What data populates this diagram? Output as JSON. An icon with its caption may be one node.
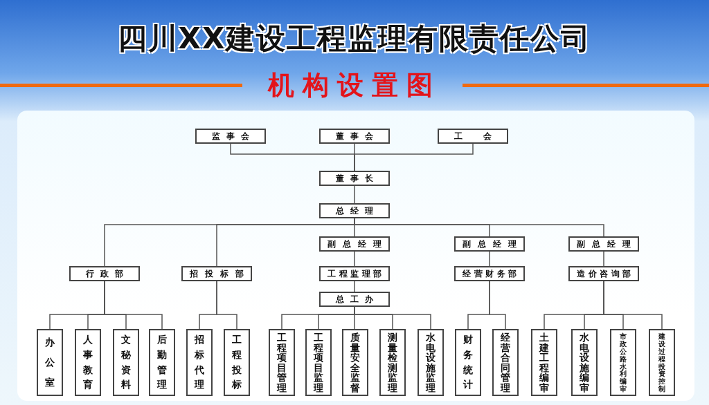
{
  "diagram": {
    "title": "四川XX建设工程监理有限责任公司",
    "nodes": [
      {
        "text": [
          "监事会"
        ]
      },
      {
        "text": [
          "董事会"
        ]
      },
      {
        "text": [
          "工会"
        ]
      },
      {
        "text": [
          "董事长"
        ]
      },
      {
        "text": [
          "总经理"
        ]
      },
      {
        "text": [
          "行政部"
        ]
      },
      {
        "text": [
          "招投标部"
        ]
      },
      {
        "text": [
          "副总经理"
        ]
      },
      {
        "text": [
          "副总经理"
        ]
      },
      {
        "text": [
          "副总经理"
        ]
      },
      {
        "text": [
          "工程监理部"
        ]
      },
      {
        "text": [
          "经营财务部"
        ]
      },
      {
        "text": [
          "造价咨询部"
        ]
      },
      {
        "text": [
          "总工办"
        ]
      },
      {
        "text": [
          "办公室"
        ]
      },
      {
        "text": [
          "人事教育"
        ]
      },
      {
        "text": [
          "文秘资料"
        ]
      },
      {
        "text": [
          "后勤管理"
        ]
      },
      {
        "text": [
          "招标代理"
        ]
      },
      {
        "text": [
          "工程投标"
        ]
      },
      {
        "text": [
          "工程项目管理"
        ]
      },
      {
        "text": [
          "工程项目监理"
        ]
      },
      {
        "text": [
          "质量安全监督"
        ]
      },
      {
        "text": [
          "测量检测监理"
        ]
      },
      {
        "text": [
          "水电设施监理"
        ]
      },
      {
        "text": [
          "财务统计"
        ]
      },
      {
        "text": [
          "经营合同管理"
        ]
      },
      {
        "text": [
          "土建工程编审"
        ]
      },
      {
        "text": [
          "水电设施编审"
        ]
      },
      {
        "text": [
          "市政公路水利编审"
        ]
      },
      {
        "text": [
          "建设过程投资控制"
        ]
      }
    ],
    "edges": [
      {
        "from": 0,
        "to": 3,
        "arrow": "none"
      },
      {
        "from": 1,
        "to": 3,
        "arrow": "none"
      },
      {
        "from": 2,
        "to": 3,
        "arrow": "none"
      },
      {
        "from": 3,
        "to": 4,
        "arrow": "none"
      },
      {
        "from": 4,
        "to": 5,
        "arrow": "none"
      },
      {
        "from": 4,
        "to": 6,
        "arrow": "none"
      },
      {
        "from": 4,
        "to": 7,
        "arrow": "none"
      },
      {
        "from": 4,
        "to": 8,
        "arrow": "none"
      },
      {
        "from": 4,
        "to": 9,
        "arrow": "none"
      },
      {
        "from": 7,
        "to": 10,
        "arrow": "none"
      },
      {
        "from": 8,
        "to": 11,
        "arrow": "none"
      },
      {
        "from": 9,
        "to": 12,
        "arrow": "none"
      },
      {
        "from": 10,
        "to": 13,
        "arrow": "none"
      },
      {
        "from": 5,
        "to": 14,
        "arrow": "none"
      },
      {
        "from": 5,
        "to": 15,
        "arrow": "none"
      },
      {
        "from": 5,
        "to": 16,
        "arrow": "none"
      },
      {
        "from": 5,
        "to": 17,
        "arrow": "none"
      },
      {
        "from": 6,
        "to": 18,
        "arrow": "none"
      },
      {
        "from": 6,
        "to": 19,
        "arrow": "none"
      },
      {
        "from": 13,
        "to": 20,
        "arrow": "none"
      },
      {
        "from": 13,
        "to": 21,
        "arrow": "none"
      },
      {
        "from": 13,
        "to": 22,
        "arrow": "none"
      },
      {
        "from": 13,
        "to": 23,
        "arrow": "none"
      },
      {
        "from": 13,
        "to": 24,
        "arrow": "none"
      },
      {
        "from": 11,
        "to": 25,
        "arrow": "none"
      },
      {
        "from": 11,
        "to": 26,
        "arrow": "none"
      },
      {
        "from": 12,
        "to": 27,
        "arrow": "none"
      },
      {
        "from": 12,
        "to": 28,
        "arrow": "none"
      },
      {
        "from": 12,
        "to": 29,
        "arrow": "none"
      },
      {
        "from": 12,
        "to": 30,
        "arrow": "none"
      }
    ],
    "labels": [
      "机构设置图"
    ]
  }
}
